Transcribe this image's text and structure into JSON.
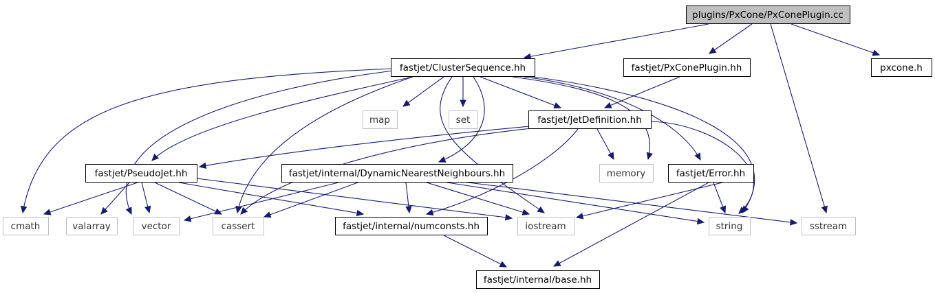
{
  "diagram": {
    "type": "include-dependency-graph",
    "colors": {
      "edge": "#191970",
      "root_fill": "#bfbfbf",
      "external_border": "#bfbfbf"
    },
    "nodes": [
      {
        "id": "root",
        "label": "plugins/PxCone/PxConePlugin.cc",
        "kind": "root"
      },
      {
        "id": "cs",
        "label": "fastjet/ClusterSequence.hh",
        "kind": "local"
      },
      {
        "id": "pxh",
        "label": "fastjet/PxConePlugin.hh",
        "kind": "local"
      },
      {
        "id": "pxcone",
        "label": "pxcone.h",
        "kind": "local"
      },
      {
        "id": "map",
        "label": "map",
        "kind": "external"
      },
      {
        "id": "set",
        "label": "set",
        "kind": "external"
      },
      {
        "id": "jd",
        "label": "fastjet/JetDefinition.hh",
        "kind": "local"
      },
      {
        "id": "pj",
        "label": "fastjet/PseudoJet.hh",
        "kind": "local"
      },
      {
        "id": "dnn",
        "label": "fastjet/internal/DynamicNearestNeighbours.hh",
        "kind": "local"
      },
      {
        "id": "memory",
        "label": "memory",
        "kind": "external"
      },
      {
        "id": "err",
        "label": "fastjet/Error.hh",
        "kind": "local"
      },
      {
        "id": "cmath",
        "label": "cmath",
        "kind": "external"
      },
      {
        "id": "valarray",
        "label": "valarray",
        "kind": "external"
      },
      {
        "id": "vector",
        "label": "vector",
        "kind": "external"
      },
      {
        "id": "cassert",
        "label": "cassert",
        "kind": "external"
      },
      {
        "id": "numconsts",
        "label": "fastjet/internal/numconsts.hh",
        "kind": "local"
      },
      {
        "id": "iostream",
        "label": "iostream",
        "kind": "external"
      },
      {
        "id": "string",
        "label": "string",
        "kind": "external"
      },
      {
        "id": "sstream",
        "label": "sstream",
        "kind": "external"
      },
      {
        "id": "base",
        "label": "fastjet/internal/base.hh",
        "kind": "local"
      }
    ],
    "edges": [
      [
        "root",
        "cs"
      ],
      [
        "root",
        "pxh"
      ],
      [
        "root",
        "sstream"
      ],
      [
        "root",
        "pxcone"
      ],
      [
        "cs",
        "map"
      ],
      [
        "cs",
        "set"
      ],
      [
        "cs",
        "jd"
      ],
      [
        "cs",
        "pj"
      ],
      [
        "cs",
        "dnn"
      ],
      [
        "cs",
        "memory"
      ],
      [
        "cs",
        "err"
      ],
      [
        "cs",
        "cmath"
      ],
      [
        "cs",
        "vector"
      ],
      [
        "cs",
        "cassert"
      ],
      [
        "cs",
        "iostream"
      ],
      [
        "cs",
        "string"
      ],
      [
        "pxh",
        "jd"
      ],
      [
        "jd",
        "pj"
      ],
      [
        "jd",
        "memory"
      ],
      [
        "jd",
        "cassert"
      ],
      [
        "jd",
        "numconsts"
      ],
      [
        "jd",
        "string"
      ],
      [
        "pj",
        "cmath"
      ],
      [
        "pj",
        "valarray"
      ],
      [
        "pj",
        "vector"
      ],
      [
        "pj",
        "cassert"
      ],
      [
        "pj",
        "numconsts"
      ],
      [
        "pj",
        "iostream"
      ],
      [
        "dnn",
        "vector"
      ],
      [
        "dnn",
        "cassert"
      ],
      [
        "dnn",
        "numconsts"
      ],
      [
        "dnn",
        "iostream"
      ],
      [
        "dnn",
        "string"
      ],
      [
        "dnn",
        "sstream"
      ],
      [
        "err",
        "iostream"
      ],
      [
        "err",
        "string"
      ],
      [
        "err",
        "base"
      ],
      [
        "numconsts",
        "base"
      ]
    ]
  }
}
